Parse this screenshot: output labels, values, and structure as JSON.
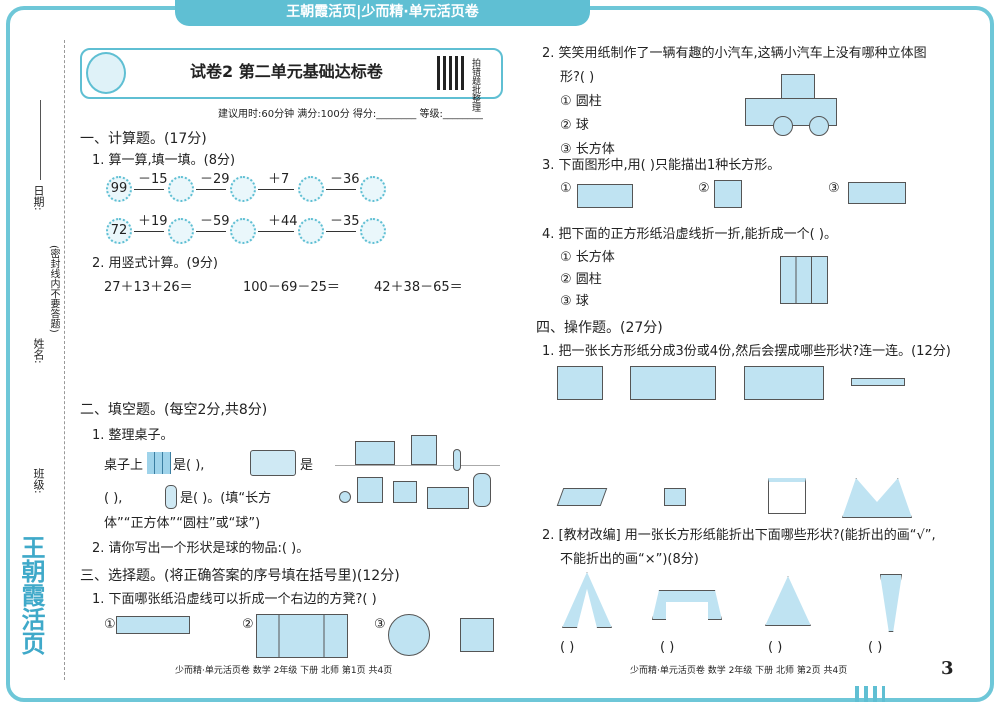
{
  "header": {
    "banner": "王朝霞活页|少而精·单元活页卷"
  },
  "title": {
    "main": "试卷2   第二单元基础达标卷",
    "qr": "拍错题批整理"
  },
  "meta": "建议用时:60分钟   满分:100分   得分:________   等级:________",
  "side": {
    "date": "日期:",
    "name": "姓名:",
    "class": "班级:",
    "seal": "(密封线内不要答题)",
    "logo": "王朝霞活页"
  },
  "left": {
    "s1": "一、计算题。(17分)",
    "q1": "1. 算一算,填一填。(8分)",
    "row1": {
      "start": "99",
      "ops": [
        "－15",
        "－29",
        "＋7",
        "－36"
      ]
    },
    "row2": {
      "start": "72",
      "ops": [
        "＋19",
        "－59",
        "＋44",
        "－35"
      ]
    },
    "q2": "2. 用竖式计算。(9分)",
    "calcs": [
      "27＋13＋26＝",
      "100－69－25＝",
      "42＋38－65＝"
    ],
    "s2": "二、填空题。(每空2分,共8分)",
    "q21": "1. 整理桌子。",
    "f1a": "桌子上",
    "f1b": "是(          ),",
    "f1c": "是",
    "f2a": "(          ),",
    "f2b": "是(          )。(填“长方",
    "f3": "体”“正方体”“圆柱”或“球”)",
    "q22": "2. 请你写出一个形状是球的物品:(          )。",
    "s3": "三、选择题。(将正确答案的序号填在括号里)(12分)",
    "q31": "1. 下面哪张纸沿虚线可以折成一个右边的方凳?(      )",
    "opts": [
      "①",
      "②",
      "③"
    ]
  },
  "right": {
    "q32a": "2. 笑笑用纸制作了一辆有趣的小汽车,这辆小汽车上没有哪种立体图",
    "q32b": "形?(      )",
    "q32o": [
      "① 圆柱",
      "② 球",
      "③ 长方体"
    ],
    "q33": "3. 下面图形中,用(      )只能描出1种长方形。",
    "q33o": [
      "①",
      "②",
      "③"
    ],
    "q34": "4. 把下面的正方形纸沿虚线折一折,能折成一个(      )。",
    "q34o": [
      "① 长方体",
      "② 圆柱",
      "③ 球"
    ],
    "s4": "四、操作题。(27分)",
    "q41": "1. 把一张长方形纸分成3份或4份,然后会摆成哪些形状?连一连。(12分)",
    "q42a": "2. [教材改编] 用一张长方形纸能折出下面哪些形状?(能折出的画“√”,",
    "q42b": "不能折出的画“×”)(8分)",
    "paren": [
      "(        )",
      "(        )",
      "(        )",
      "(        )"
    ]
  },
  "footer": {
    "left": "少而精·单元活页卷   数学   2年级   下册   北师   第1页   共4页",
    "right": "少而精·单元活页卷   数学   2年级   下册   北师   第2页   共4页",
    "page": "3"
  }
}
